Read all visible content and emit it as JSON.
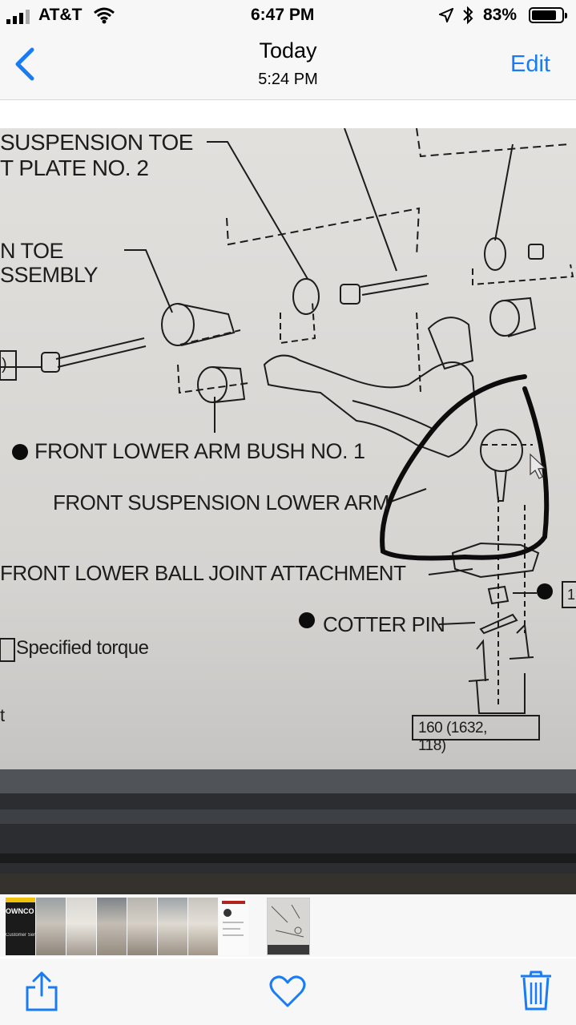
{
  "status_bar": {
    "carrier": "AT&T",
    "time": "6:47 PM",
    "battery_percent": "83%",
    "battery_level": 0.83
  },
  "nav": {
    "title": "Today",
    "subtitle": "5:24 PM",
    "edit_label": "Edit"
  },
  "photo": {
    "labels": {
      "toe_plate_line1": "SUSPENSION TOE",
      "toe_plate_line2": "T PLATE NO. 2",
      "toe_assembly_line1": "N TOE",
      "toe_assembly_line2": "SSEMBLY",
      "left_box_fragment": ")",
      "bush_no1": "FRONT LOWER ARM BUSH NO. 1",
      "lower_arm": "FRONT SUSPENSION LOWER ARM",
      "ball_joint": "FRONT LOWER BALL JOINT ATTACHMENT",
      "cotter_pin": "COTTER PIN",
      "torque_key": "Specified torque",
      "left_fragment_t": "t",
      "torque_value_line1": "160 (1632,",
      "torque_value_line2": "118)",
      "right_box_fragment": "1"
    }
  },
  "thumbnails": {
    "selected_index": 8,
    "thumb0_text": "OWNCO",
    "thumb0_sub": "Customer Service"
  },
  "colors": {
    "accent": "#1a7cf5",
    "bar_background": "#f7f7f7",
    "paper": "#d9d7d4",
    "ink": "#1c1c1c"
  },
  "icons": {
    "back": "chevron-left-icon",
    "share": "share-icon",
    "favorite": "heart-icon",
    "delete": "trash-icon",
    "wifi": "wifi-icon",
    "location": "location-arrow-icon",
    "bluetooth": "bluetooth-icon",
    "battery": "battery-icon",
    "signal": "signal-bars-icon"
  }
}
